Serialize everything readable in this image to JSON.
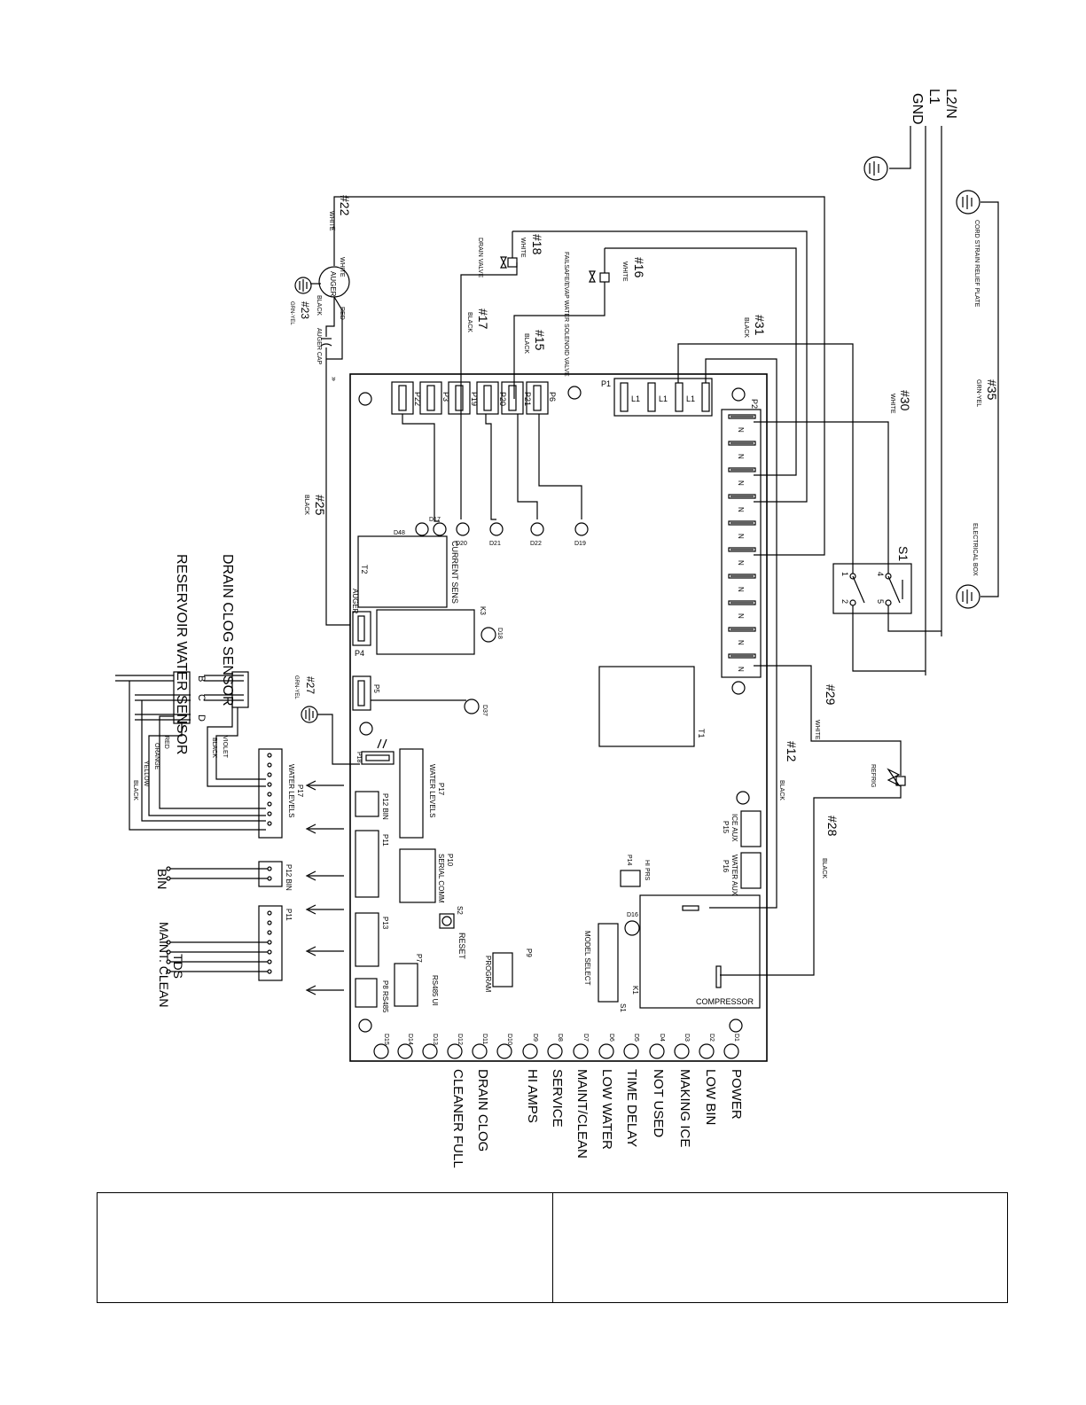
{
  "supply": {
    "l2n": "L2/N",
    "l1": "L1",
    "gnd": "GND"
  },
  "ground_labels": {
    "cord_strain": "CORD STRAIN RELIEF PLATE",
    "electrical_box": "ELECTRICAL BOX"
  },
  "wires": {
    "w22": {
      "num": "#22",
      "color": "WHITE"
    },
    "w23": {
      "num": "#23",
      "color": "GRN-YEL"
    },
    "w25": {
      "num": "#25",
      "color": "BLACK"
    },
    "w18": {
      "num": "#18",
      "color": "WHITE"
    },
    "w17": {
      "num": "#17",
      "color": "BLACK"
    },
    "w16": {
      "num": "#16",
      "color": "WHITE"
    },
    "w15": {
      "num": "#15",
      "color": "BLACK"
    },
    "w31": {
      "num": "#31",
      "color": "BLACK"
    },
    "w30": {
      "num": "#30",
      "color": "WHITE"
    },
    "w35": {
      "num": "#35",
      "color": "GRN-YEL"
    },
    "w29": {
      "num": "#29",
      "color": "WHITE"
    },
    "w12": {
      "num": "#12",
      "color": "BLACK"
    },
    "w28": {
      "num": "#28",
      "color": "BLACK"
    },
    "w27": {
      "num": "#27",
      "color": "GRN-YEL"
    }
  },
  "components": {
    "auger": "AUGER",
    "auger_cap": "AUGER CAP",
    "red": "RED",
    "black": "BLACK",
    "white": "WHITE",
    "drain_valve": "DRAIN VALVE",
    "failsafe": "FAILSAFE/EVAP WATER SOLENOID VALVE",
    "refrig": "REFRIG",
    "s1": "S1",
    "drain_clog_sensor": "DRAIN CLOG SENSOR",
    "reservoir_sensor": "RESERVOIR WATER SENSOR",
    "probe_b": "B",
    "probe_c": "C",
    "probe_d": "D",
    "violet": "VIOLET",
    "black2": "BLACK",
    "red2": "RED",
    "orange": "ORANGE",
    "yellow": "YELLOW",
    "black3": "BLACK",
    "bin": "BIN",
    "maint_clean": "MAINT. CLEAN",
    "tds": "TDS"
  },
  "board": {
    "top_connectors": [
      "P22",
      "P3",
      "P19",
      "P20",
      "P21",
      "P6"
    ],
    "p1": "P1",
    "l1_pins": [
      "L1",
      "L1",
      "L1"
    ],
    "p2": "P2",
    "n_pins": [
      "N",
      "N",
      "N",
      "N",
      "N",
      "N",
      "N",
      "N",
      "N",
      "N"
    ],
    "leds_top": [
      "D48",
      "D17",
      "D20",
      "D21",
      "D22",
      "D19"
    ],
    "current_sens": "CURRENT SENS",
    "t2": "T2",
    "auger": "AUGER",
    "k3": "K3",
    "d18": "D18",
    "p4": "P4",
    "p5": "P5",
    "d37": "D37",
    "t1": "T1",
    "p18": "P18",
    "p17": "P17",
    "water_levels": "WATER LEVELS",
    "p12_bin": "P12 BIN",
    "p11": "P11",
    "p10": "P10",
    "serial_comm": "SERIAL COMM",
    "p13": "P13",
    "s2": "S2",
    "reset": "RESET",
    "p7": "P7",
    "rs485_ui": "RS485 UI",
    "p8": "P8 RS485",
    "p9": "P9",
    "program": "PROGRAM",
    "model_select": "MODEL SELECT",
    "s1": "S1",
    "k1": "K1",
    "compressor": "COMPRESSOR",
    "d16": "D16",
    "p14": "P14",
    "hi_prs": "HI PRS",
    "p15": "P15",
    "ice_aux": "ICE AUX",
    "p16": "P16",
    "water_aux": "WATER AUX",
    "ext_p17": "P17",
    "ext_p12": "P12 BIN",
    "ext_p11": "P11"
  },
  "leds_bottom": [
    "D15",
    "D14",
    "D13",
    "D12",
    "D11",
    "D10",
    "D9",
    "D8",
    "D7",
    "D6",
    "D5",
    "D4",
    "D3",
    "D2",
    "D1"
  ],
  "status_labels": [
    "CLEANER FULL",
    "DRAIN CLOG",
    "",
    "HI AMPS",
    "SERVICE",
    "MAINT/CLEAN",
    "LOW WATER",
    "TIME DELAY",
    "NOT USED",
    "MAKING ICE",
    "LOW BIN",
    "POWER"
  ]
}
